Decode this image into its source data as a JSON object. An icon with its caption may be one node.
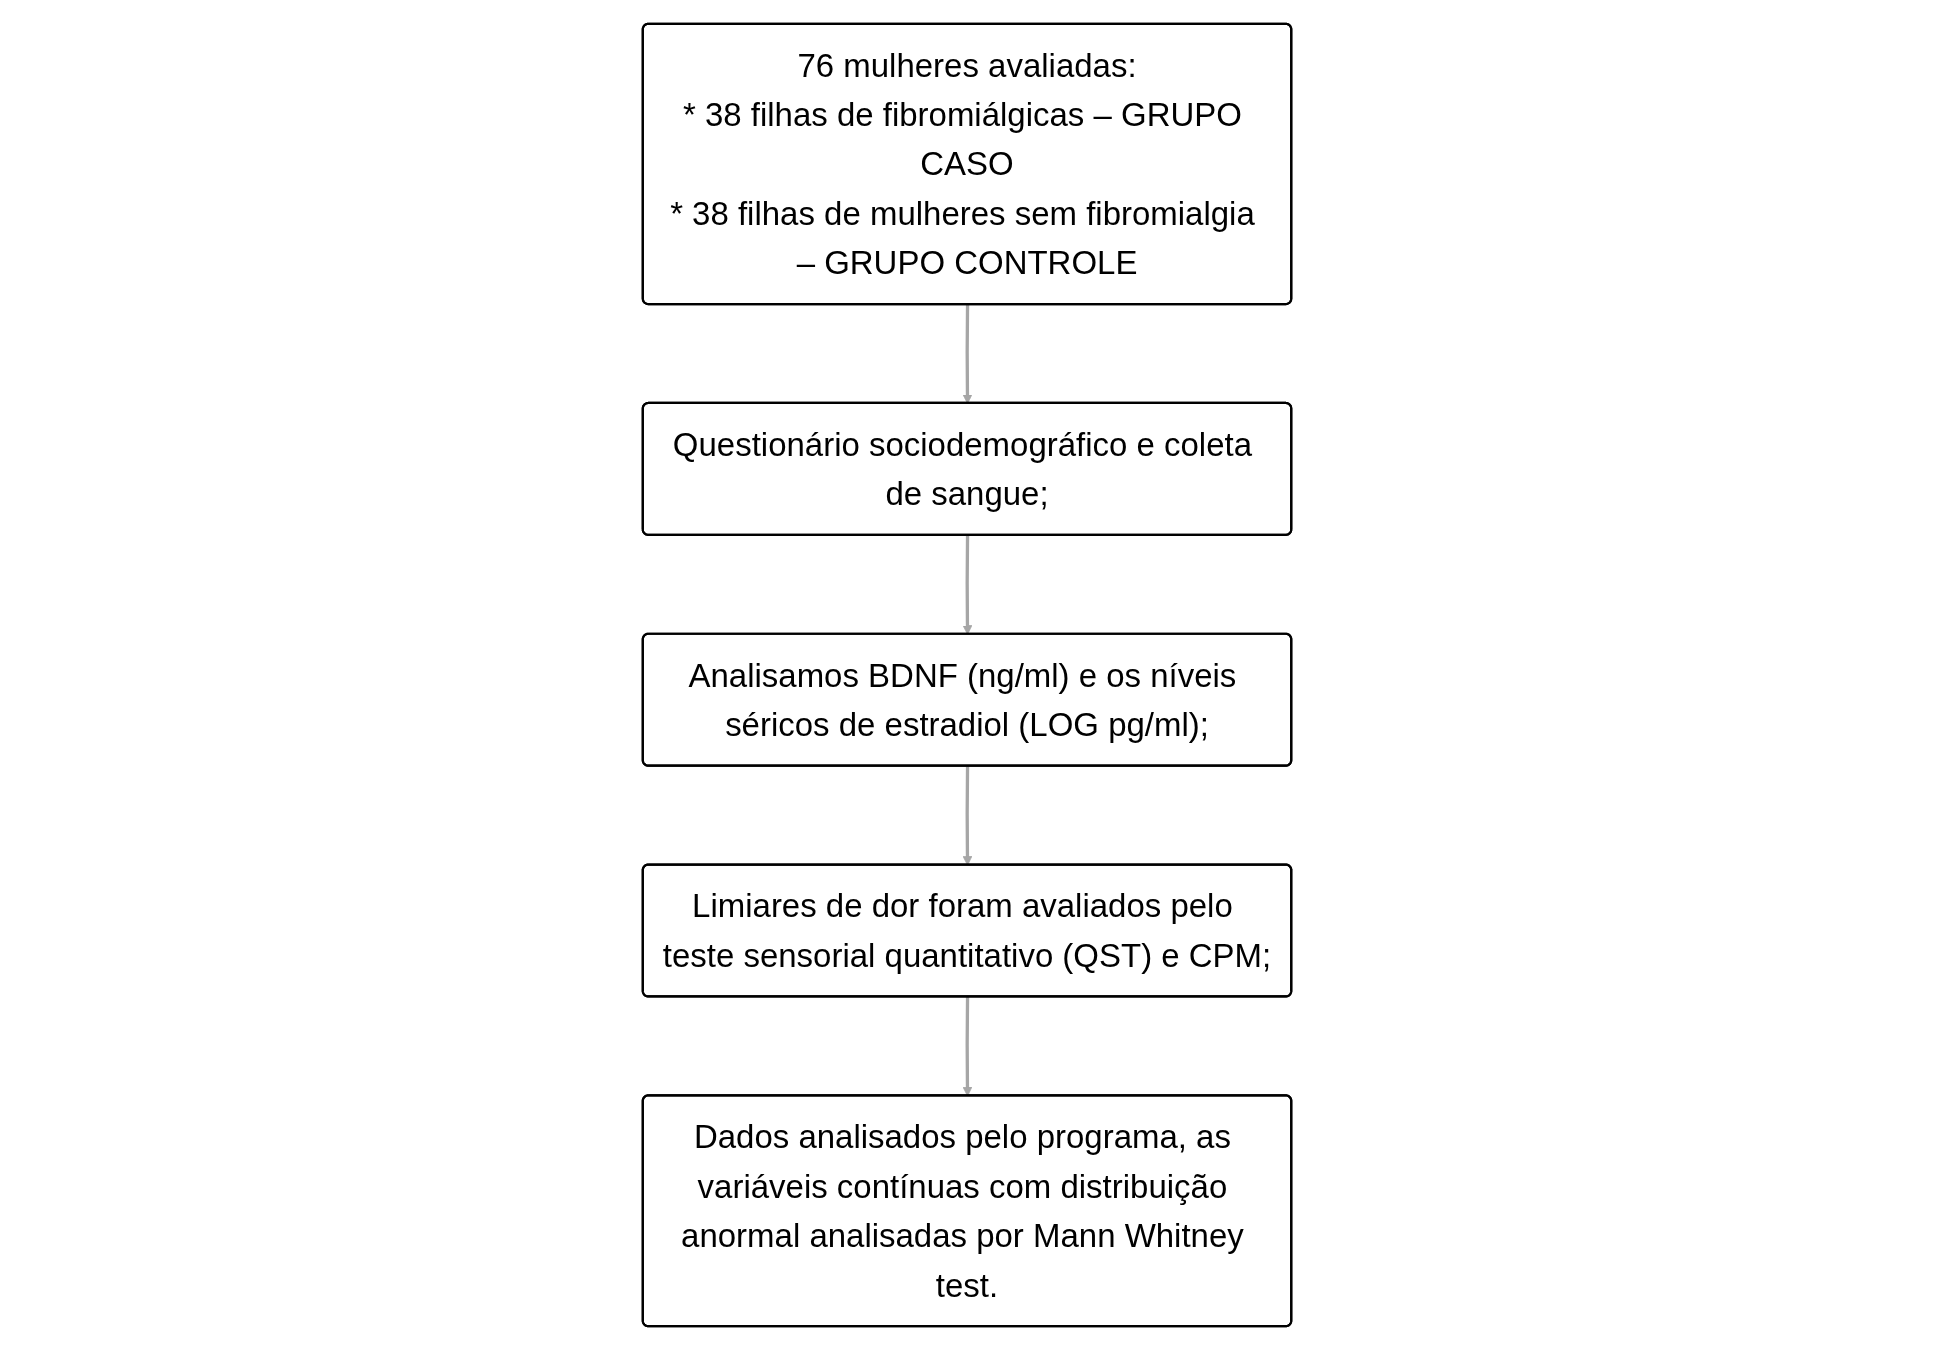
{
  "diagram": {
    "nodes": [
      {
        "text": [
          "76 mulheres avaliadas:",
          "* 38 filhas de fibromiálgicas – GRUPO CASO",
          "* 38 filhas de mulheres sem fibromialgia – GRUPO CONTROLE"
        ]
      },
      {
        "text": [
          "Questionário sociodemográfico e coleta de sangue;"
        ]
      },
      {
        "text": [
          "Analisamos BDNF (ng/ml) e os níveis séricos de estradiol (LOG pg/ml);"
        ]
      },
      {
        "text": [
          "Limiares de dor foram avaliados pelo teste sensorial quantitativo (QST) e CPM;"
        ]
      },
      {
        "text": [
          "Dados analisados pelo programa, as variáveis contínuas com distribuição anormal analisadas por Mann Whitney test."
        ]
      }
    ],
    "edges": [
      {
        "from": 0,
        "to": 1,
        "arrow": "to"
      },
      {
        "from": 1,
        "to": 2,
        "arrow": "to"
      },
      {
        "from": 2,
        "to": 3,
        "arrow": "to"
      },
      {
        "from": 3,
        "to": 4,
        "arrow": "to"
      }
    ]
  }
}
